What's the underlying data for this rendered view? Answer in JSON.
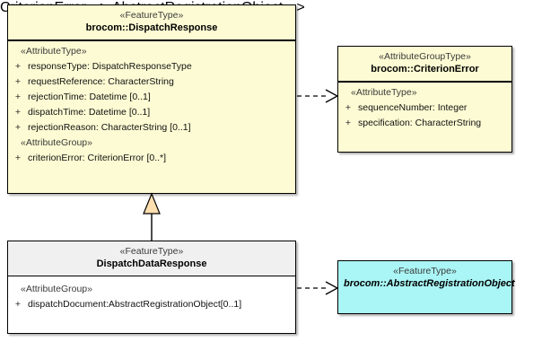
{
  "diagram": {
    "type": "uml-class-diagram",
    "background": "#ffffff",
    "colors": {
      "feature_type_fill": "#fdfbd3",
      "abstract_fill": "#aaf5f5",
      "plain_fill": "#ffffff",
      "plain_header_fill": "#f0f0f0",
      "border": "#000000",
      "generalization_arrow_fill": "#ffdfb0"
    }
  },
  "classes": {
    "dispatch_response": {
      "stereotype": "«FeatureType»",
      "name": "brocom::DispatchResponse",
      "compartments": [
        {
          "group": "«AttributeType»",
          "attributes": [
            {
              "visibility": "+",
              "text": "responseType: DispatchResponseType"
            },
            {
              "visibility": "+",
              "text": "requestReference: CharacterString"
            },
            {
              "visibility": "+",
              "text": "rejectionTime: Datetime [0..1]"
            },
            {
              "visibility": "+",
              "text": "dispatchTime: Datetime [0..1]"
            },
            {
              "visibility": "+",
              "text": "rejectionReason: CharacterString [0..1]"
            }
          ]
        },
        {
          "group": "«AttributeGroup»",
          "attributes": [
            {
              "visibility": "+",
              "text": "criterionError: CriterionError [0..*]"
            }
          ]
        }
      ]
    },
    "criterion_error": {
      "stereotype": "«AttributeGroupType»",
      "name": "brocom::CriterionError",
      "compartments": [
        {
          "group": "«AttributeType»",
          "attributes": [
            {
              "visibility": "+",
              "text": "sequenceNumber: Integer"
            },
            {
              "visibility": "+",
              "text": "specification: CharacterString"
            }
          ]
        }
      ]
    },
    "dispatch_data_response": {
      "stereotype": "«FeatureType»",
      "name": "DispatchDataResponse",
      "compartments": [
        {
          "group": "«AttributeGroup»",
          "attributes": [
            {
              "visibility": "+",
              "text": "dispatchDocument:AbstractRegistrationObject[0..1]"
            }
          ]
        }
      ]
    },
    "abstract_registration_object": {
      "stereotype": "«FeatureType»",
      "name": "brocom::AbstractRegistrationObject",
      "abstract": true,
      "compartments": []
    }
  },
  "connectors": [
    {
      "id": "generalization",
      "kind": "generalization",
      "from": "dispatch_data_response",
      "to": "dispatch_response",
      "style": "solid",
      "arrowhead": "hollow-triangle"
    },
    {
      "id": "dependency-criterion-error",
      "kind": "dependency",
      "from": "dispatch_response",
      "to": "criterion_error",
      "style": "dashed",
      "arrowhead": "open"
    },
    {
      "id": "dependency-abstract-registration-object",
      "kind": "dependency",
      "from": "dispatch_data_response",
      "to": "abstract_registration_object",
      "style": "dashed",
      "arrowhead": "open"
    }
  ]
}
